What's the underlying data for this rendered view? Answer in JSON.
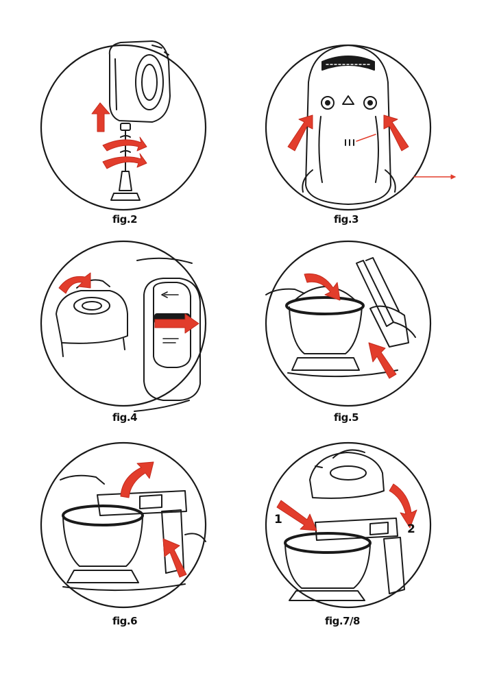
{
  "figures": [
    {
      "id": "fig2",
      "caption": "fig.2"
    },
    {
      "id": "fig3",
      "caption": "fig.3"
    },
    {
      "id": "fig4",
      "caption": "fig.4"
    },
    {
      "id": "fig5",
      "caption": "fig.5"
    },
    {
      "id": "fig6",
      "caption": "fig.6"
    },
    {
      "id": "fig78",
      "caption": "fig.7/8",
      "step_markers": [
        "1",
        "2"
      ]
    }
  ],
  "colors": {
    "arrow": "#e23d2c",
    "arrow_dark": "#c42a1d",
    "line": "#1a1a1a",
    "pointer": "#e23d2c"
  },
  "icons": [
    "rotate-arrow-icon",
    "push-arrow-icon",
    "pointer-line-icon"
  ]
}
